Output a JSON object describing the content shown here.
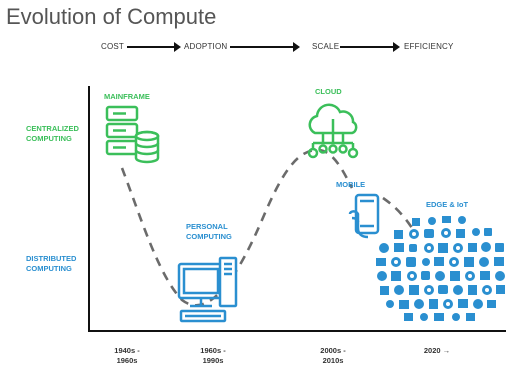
{
  "title": "Evolution of Compute",
  "stages": [
    "COST",
    "ADOPTION",
    "SCALE",
    "EFFICIENCY"
  ],
  "y_labels": {
    "centralized": [
      "CENTRALIZED",
      "COMPUTING"
    ],
    "distributed": [
      "DISTRIBUTED",
      "COMPUTING"
    ]
  },
  "nodes": {
    "mainframe": "MAINFRAME",
    "personal": [
      "PERSONAL",
      "COMPUTING"
    ],
    "cloud": "CLOUD",
    "mobile": "MOBILE",
    "edge": "EDGE & IoT"
  },
  "eras": [
    [
      "1940s -",
      "1960s"
    ],
    [
      "1960s -",
      "1990s"
    ],
    [
      "2000s -",
      "2010s"
    ],
    [
      "2020 →",
      ""
    ]
  ],
  "colors": {
    "green": "#3bbf5a",
    "blue": "#2a8fd0",
    "dash": "#6b6b6b"
  }
}
